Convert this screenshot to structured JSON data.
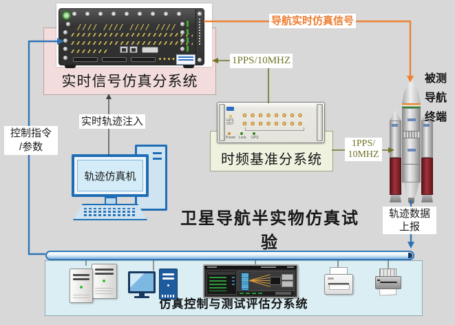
{
  "title": "卫星导航半实物仿真试验",
  "colors": {
    "background": "#d8d8d8",
    "accent_blue": "#2e74b5",
    "accent_orange": "#ed7d31",
    "accent_olive": "#6f7123",
    "box_pink": "#f2dddc",
    "box_green": "#eef2df",
    "box_light_blue": "#daeef3"
  },
  "signal_subsystem": {
    "label": "实时信号仿真分系统"
  },
  "time_freq_subsystem": {
    "label": "时频基准分系统",
    "leds": [
      "Power",
      "Lock",
      "GPS"
    ]
  },
  "trajectory_machine": {
    "label": "轨迹仿真机"
  },
  "terminal": {
    "lines": [
      "被测",
      "导航",
      "终端"
    ]
  },
  "control_subsystem": {
    "label": "仿真控制与测试评估分系统"
  },
  "links": {
    "nav_signal": {
      "label": "导航实时仿真信号"
    },
    "pps_top": {
      "label": "1PPS/10MHZ"
    },
    "pps_right": {
      "lines": [
        "1PPS/",
        "10MHZ"
      ]
    },
    "control_cmd": {
      "lines": [
        "控制指令",
        "/参数"
      ]
    },
    "trajectory_inject": {
      "label": "实时轨迹注入"
    },
    "trajectory_report": {
      "lines": [
        "轨迹数据",
        "上报"
      ]
    }
  }
}
